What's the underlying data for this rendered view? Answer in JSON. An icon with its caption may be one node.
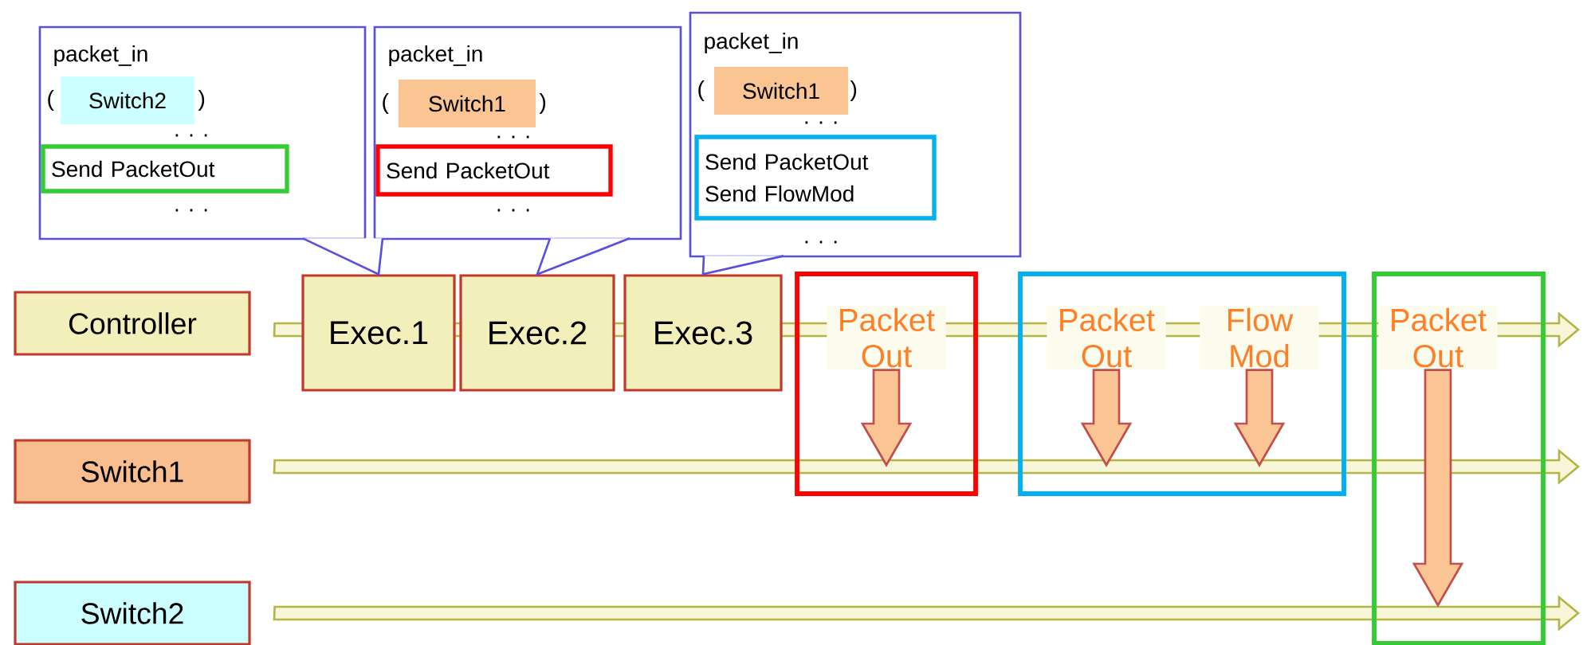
{
  "diagram": {
    "nodes": [
      {
        "text": [
          "Controller"
        ]
      },
      {
        "text": [
          "Switch1"
        ]
      },
      {
        "text": [
          "Switch2"
        ]
      },
      {
        "text": [
          "packet_in",
          "(",
          ")",
          ". . .",
          ". . ."
        ]
      },
      {
        "text": [
          "Switch2"
        ],
        "in": 3
      },
      {
        "text": [
          "Send PacketOut"
        ],
        "in": 3
      },
      {
        "text": [
          "Exec.1"
        ]
      },
      {
        "text": [
          "packet_in",
          "(",
          ")",
          ". . .",
          ". . ."
        ]
      },
      {
        "text": [
          "Switch1"
        ],
        "in": 7
      },
      {
        "text": [
          "Send PacketOut"
        ],
        "in": 7
      },
      {
        "text": [
          "Exec.2"
        ]
      },
      {
        "text": [
          "packet_in",
          "(",
          ")",
          ". . .",
          ". . ."
        ]
      },
      {
        "text": [
          "Switch1"
        ],
        "in": 11
      },
      {
        "text": [
          "Send PacketOut",
          "Send FlowMod"
        ],
        "in": 11
      },
      {
        "text": [
          "Exec.3"
        ]
      },
      {
        "text": [],
        "shape": "box"
      },
      {
        "text": [
          "Packet Out"
        ],
        "in": 15
      },
      {
        "text": [],
        "shape": "box"
      },
      {
        "text": [
          "Packet Out"
        ],
        "in": 17
      },
      {
        "text": [
          "Flow Mod"
        ],
        "in": 17
      },
      {
        "text": [],
        "shape": "box"
      },
      {
        "text": [
          "Packet Out"
        ],
        "in": 20
      }
    ],
    "edges": [
      {
        "from": 0,
        "to": null,
        "arrow": "to"
      },
      {
        "from": 1,
        "to": null,
        "arrow": "to"
      },
      {
        "from": 2,
        "to": null,
        "arrow": "to"
      },
      {
        "from": 3,
        "to": 6,
        "arrow": "none",
        "color": "#5b4fe0"
      },
      {
        "from": 7,
        "to": 10,
        "arrow": "none",
        "color": "#5b4fe0"
      },
      {
        "from": 11,
        "to": 14,
        "arrow": "none",
        "color": "#5b4fe0"
      },
      {
        "from": 16,
        "to": null,
        "arrow": "to",
        "style": "thick",
        "color": "#c0504d"
      },
      {
        "from": 18,
        "to": null,
        "arrow": "to",
        "style": "thick",
        "color": "#c0504d"
      },
      {
        "from": 19,
        "to": null,
        "arrow": "to",
        "style": "thick",
        "color": "#c0504d"
      },
      {
        "from": 21,
        "to": null,
        "arrow": "to",
        "style": "thick",
        "color": "#c0504d"
      }
    ]
  }
}
